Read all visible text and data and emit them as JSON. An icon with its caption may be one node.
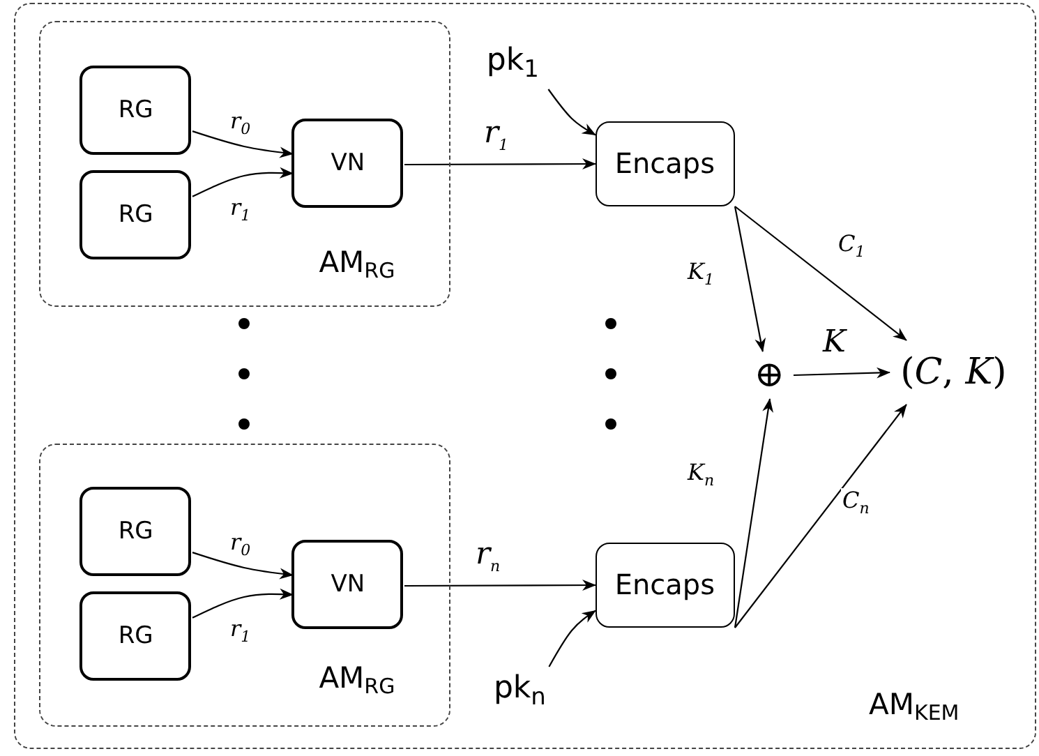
{
  "diagram": {
    "nodes": [
      {
        "text": [
          "AM$_{KEM}$"
        ]
      },
      {
        "text": [
          "AM$_{RG}$"
        ],
        "in": 0
      },
      {
        "text": [
          "RG"
        ],
        "in": 1
      },
      {
        "text": [
          "RG"
        ],
        "in": 1
      },
      {
        "text": [
          "VN"
        ],
        "in": 1
      },
      {
        "text": [
          "AM$_{RG}$"
        ],
        "in": 0
      },
      {
        "text": [
          "RG"
        ],
        "in": 5
      },
      {
        "text": [
          "RG"
        ],
        "in": 5
      },
      {
        "text": [
          "VN"
        ],
        "in": 5
      },
      {
        "text": [
          "pk$_{1}$"
        ],
        "in": 0
      },
      {
        "text": [
          "Encaps"
        ],
        "in": 0
      },
      {
        "text": [
          "pk$_{n}$"
        ],
        "in": 0
      },
      {
        "text": [
          "Encaps"
        ],
        "in": 0
      },
      {
        "text": [
          "⊕"
        ],
        "in": 0
      },
      {
        "text": [
          "(*C*, *K*)"
        ],
        "in": 0
      }
    ],
    "edges": [
      {
        "from": 2,
        "to": 4,
        "arrow": "to",
        "label": "r$_{0}$"
      },
      {
        "from": 3,
        "to": 4,
        "arrow": "to",
        "label": "r$_{1}$"
      },
      {
        "from": 4,
        "to": 10,
        "arrow": "to",
        "label": "r$_{1}$"
      },
      {
        "from": 9,
        "to": 10,
        "arrow": "to"
      },
      {
        "from": 10,
        "to": 13,
        "arrow": "to",
        "label": "K$_{1}$"
      },
      {
        "from": 10,
        "to": 14,
        "arrow": "to",
        "label": "C$_{1}$"
      },
      {
        "from": 13,
        "to": 14,
        "arrow": "to",
        "label": "K"
      },
      {
        "from": 6,
        "to": 8,
        "arrow": "to",
        "label": "r$_{0}$"
      },
      {
        "from": 7,
        "to": 8,
        "arrow": "to",
        "label": "r$_{1}$"
      },
      {
        "from": 8,
        "to": 12,
        "arrow": "to",
        "label": "r$_{n}$"
      },
      {
        "from": 11,
        "to": 12,
        "arrow": "to"
      },
      {
        "from": 12,
        "to": 13,
        "arrow": "to",
        "label": "K$_{n}$"
      },
      {
        "from": 12,
        "to": 14,
        "arrow": "to",
        "label": "C$_{n}$"
      }
    ]
  }
}
